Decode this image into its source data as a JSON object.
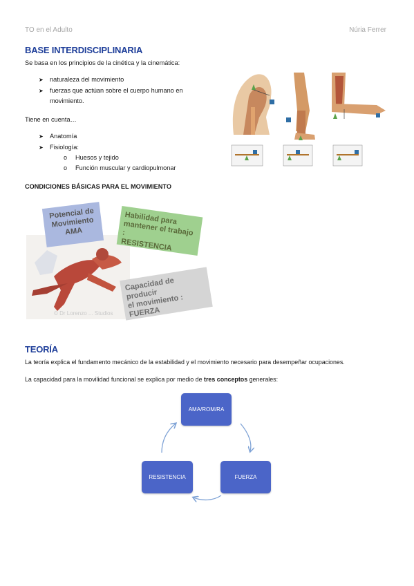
{
  "header": {
    "left": "TO  en el Adulto",
    "right": "Núria Ferrer"
  },
  "section1": {
    "title": "BASE INTERDISCIPLINARIA",
    "intro": "Se basa en los principios de la cinética y la cinemática:",
    "bullets": [
      "naturaleza del movimiento",
      "fuerzas que actúan sobre el cuerpo humano en",
      "movimiento."
    ],
    "takes_into_account": "Tiene en cuenta…",
    "items": [
      "Anatomía",
      "Fisiología:"
    ],
    "subitems": [
      "Huesos y tejido",
      "Función muscular y cardiopulmonar"
    ]
  },
  "conditions": {
    "title": "CONDICIONES BÁSICAS PARA EL MOVIMIENTO",
    "card_ama": [
      "Potencial de",
      "Movimiento",
      "AMA"
    ],
    "card_res": [
      "Habilidad para",
      "mantener el trabajo :",
      "RESISTENCIA"
    ],
    "card_fuerza": [
      "Capacidad de producir",
      "el movimiento :",
      "FUERZA"
    ],
    "watermark": "© Dr Lorenzo ... Studios"
  },
  "teoria": {
    "title": "TEORÍA",
    "line1": "La teoría explica el fundamento mecánico de la estabilidad y el movimiento necesario para desempeñar ocupaciones.",
    "line2_pre": "La capacidad para la movilidad funcional se explica por medio de ",
    "line2_bold": "tres conceptos",
    "line2_post": " generales:"
  },
  "diagram": {
    "nodes": [
      "AMA/ROM/RA",
      "FUERZA",
      "RESISTENCIA"
    ]
  },
  "colors": {
    "heading": "#1f3f9a",
    "node": "#4b65c8",
    "arrow": "#7fa3d6"
  }
}
